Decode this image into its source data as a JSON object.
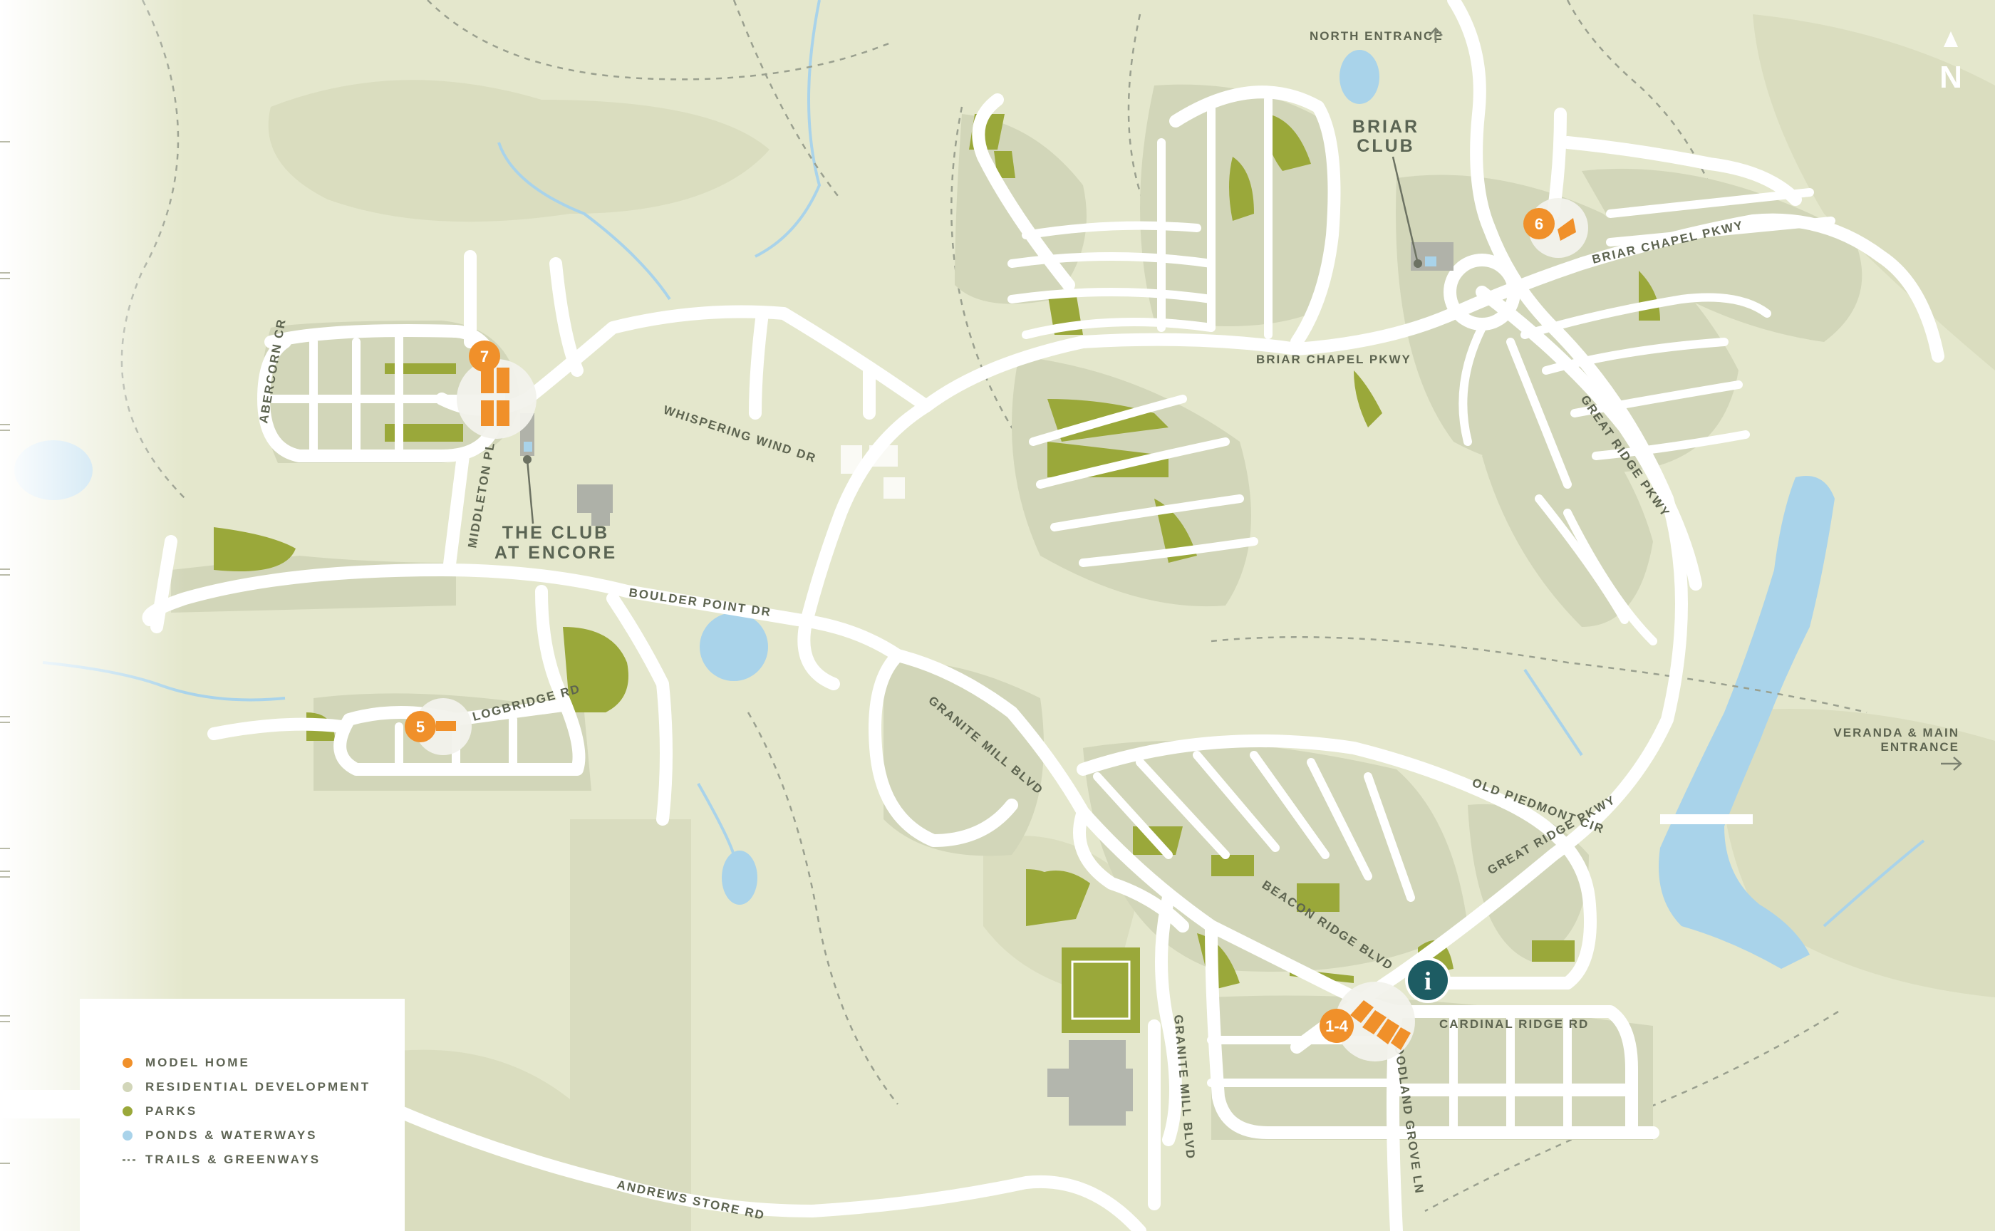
{
  "labels": {
    "north_entrance": "NORTH ENTRANCE",
    "briar_club": [
      "BRIAR",
      "CLUB"
    ],
    "club_at_encore": [
      "THE CLUB",
      "AT ENCORE"
    ],
    "veranda_entrance": [
      "VERANDA & MAIN",
      "ENTRANCE"
    ],
    "north_letter": "N"
  },
  "roads": {
    "briar_chapel_pkwy_w": "BRIAR CHAPEL PKWY",
    "briar_chapel_pkwy_e": "BRIAR CHAPEL PKWY",
    "great_ridge_pkwy_n": "GREAT RIDGE PKWY",
    "great_ridge_pkwy_s": "GREAT RIDGE PKWY",
    "whispering_wind_dr": "WHISPERING WIND DR",
    "abercorn_cr": "ABERCORN CR",
    "middleton_pl": "MIDDLETON PL",
    "boulder_point_dr": "BOULDER POINT DR",
    "logbridge_rd": "LOGBRIDGE RD",
    "granite_mill_blvd_n": "GRANITE MILL BLVD",
    "granite_mill_blvd_s": "GRANITE MILL BLVD",
    "old_piedmont_cir": "OLD PIEDMONT CIR",
    "beacon_ridge_blvd": "BEACON RIDGE BLVD",
    "cardinal_ridge_rd": "CARDINAL RIDGE RD",
    "woodland_grove_ln": "WOODLAND GROVE LN",
    "andrews_store_rd": "ANDREWS STORE RD"
  },
  "markers": {
    "model_7": "7",
    "model_6": "6",
    "model_5": "5",
    "model_1_4": "1-4",
    "info": "i"
  },
  "legend": {
    "items": [
      {
        "label": "MODEL HOME",
        "color": "#f0902a"
      },
      {
        "label": "RESIDENTIAL DEVELOPMENT",
        "color": "#d2d6b9"
      },
      {
        "label": "PARKS",
        "color": "#9aa83a"
      },
      {
        "label": "PONDS & WATERWAYS",
        "color": "#a9d3ea"
      },
      {
        "label": "TRAILS & GREENWAYS",
        "color": "dashed"
      }
    ]
  },
  "colors": {
    "background": "#e6e8cf",
    "residential": "#d2d6b9",
    "park": "#9aa83a",
    "water": "#a9d3ea",
    "model_home": "#f0902a",
    "info": "#1d5c63",
    "road": "#ffffff"
  }
}
